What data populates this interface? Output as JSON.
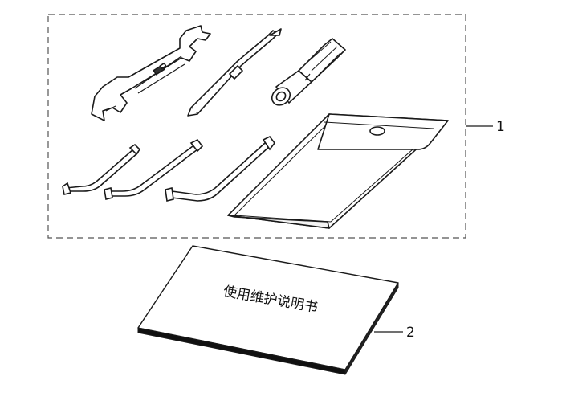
{
  "diagram": {
    "callouts": [
      {
        "id": "1",
        "label": "1"
      },
      {
        "id": "2",
        "label": "2"
      }
    ],
    "manual": {
      "title": "使用维护说明书"
    },
    "parts": [
      {
        "name": "open-end-wrench"
      },
      {
        "name": "screwdriver-bit"
      },
      {
        "name": "socket-wrench-handle"
      },
      {
        "name": "hex-key-small"
      },
      {
        "name": "hex-key-medium"
      },
      {
        "name": "hex-key-large"
      },
      {
        "name": "tool-pouch"
      },
      {
        "name": "owners-manual"
      }
    ],
    "colors": {
      "line": "#1a1a1a",
      "fill": "#ffffff",
      "shade": "#dcdcdc",
      "book_edge": "#111111"
    }
  }
}
